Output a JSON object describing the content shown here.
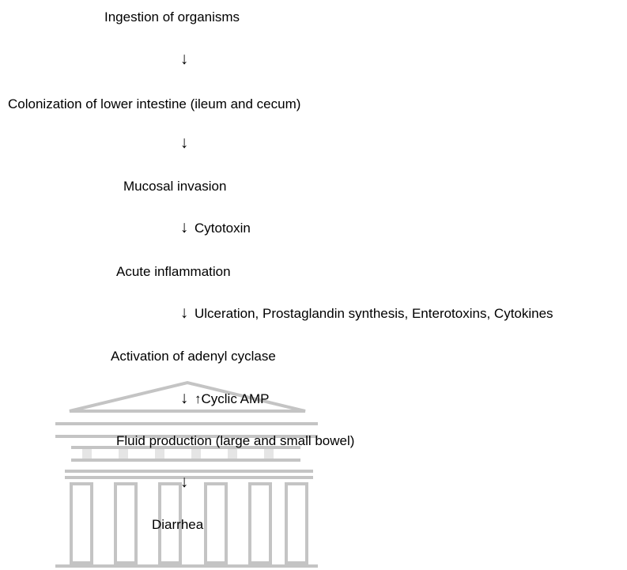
{
  "flow": {
    "steps": [
      "Ingestion of organisms",
      "Colonization of lower intestine (ileum and cecum)",
      "Mucosal invasion",
      "Acute inflammation",
      "Activation of adenyl cyclase",
      "Fluid production (large and small bowel)",
      "Diarrhea"
    ],
    "arrows": [
      {
        "symbol": "↓",
        "label": ""
      },
      {
        "symbol": "↓",
        "label": ""
      },
      {
        "symbol": "↓",
        "label": "Cytotoxin"
      },
      {
        "symbol": "↓",
        "label": "Ulceration, Prostaglandin synthesis, Enterotoxins, Cytokines"
      },
      {
        "symbol": "↓",
        "label": "↑Cyclic AMP"
      },
      {
        "symbol": "↓",
        "label": ""
      }
    ]
  },
  "watermark": {
    "icon": "university-building-watermark-icon",
    "color": "#b4b4b4"
  }
}
